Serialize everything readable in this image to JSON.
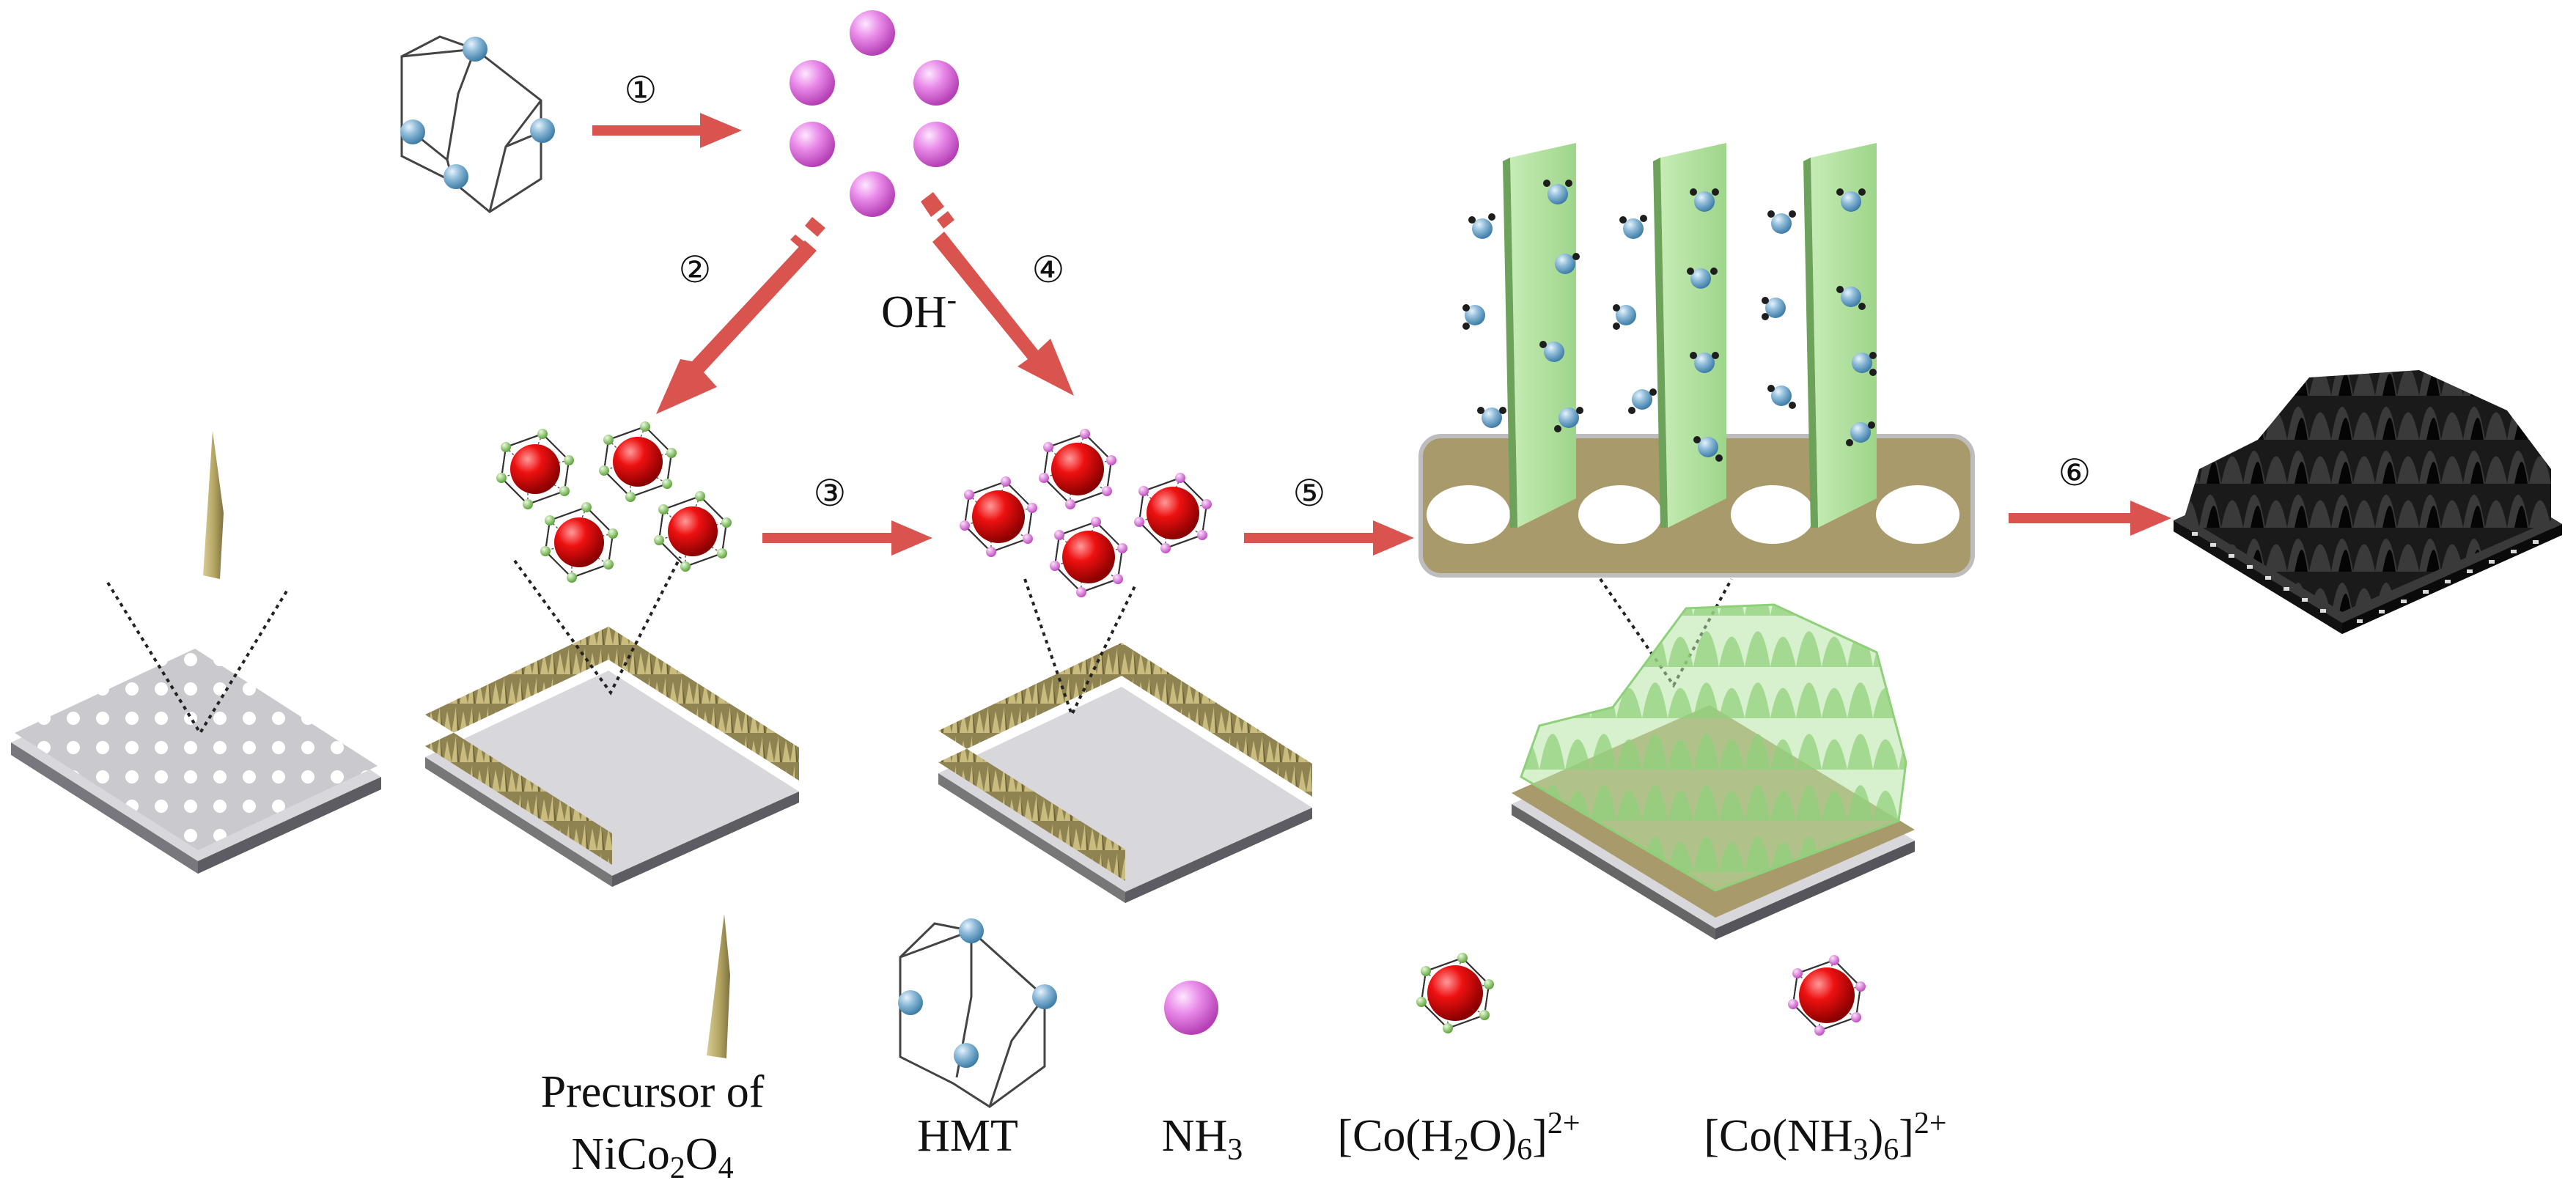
{
  "colors": {
    "arrow": "#d9534f",
    "atom_blue": "#7fb2d3",
    "atom_blue_dark": "#3f7ea8",
    "nh3_pink": "#e57ee5",
    "nh3_pink_dark": "#b540b5",
    "co_red": "#e00000",
    "co_red_dark": "#8a0000",
    "ligand_green": "#8fce6a",
    "needle_tan": "#b6a766",
    "mesh_gray": "#c7c7cc",
    "nanosheet_green": "#a5dc92",
    "plate_tan": "#a89a6a",
    "product_black": "#141414"
  },
  "steps": {
    "s1": "①",
    "s2": "②",
    "s3": "③",
    "s4": "④",
    "s5": "⑤",
    "s6": "⑥"
  },
  "reagent": {
    "base": "OH",
    "charge": "-"
  },
  "legend": {
    "precursor_line1": "Precursor of",
    "precursor_line2_a": "NiCo",
    "precursor_line2_b": "2",
    "precursor_line2_c": "O",
    "precursor_line2_d": "4",
    "hmt": "HMT",
    "nh3_a": "NH",
    "nh3_b": "3",
    "aqua_a": "[Co(H",
    "aqua_b": "2",
    "aqua_c": "O)",
    "aqua_d": "6",
    "aqua_e": "]",
    "aqua_f": "2+",
    "ammine_a": "[Co(NH",
    "ammine_b": "3",
    "ammine_c": ")",
    "ammine_d": "6",
    "ammine_e": "]",
    "ammine_f": "2+"
  }
}
